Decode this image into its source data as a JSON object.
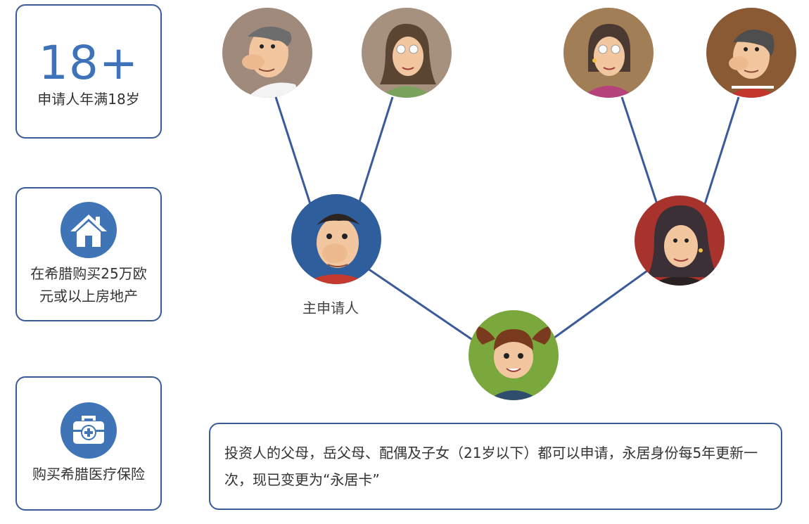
{
  "requirements": {
    "age": {
      "figure": "18+",
      "label": "申请人年满18岁",
      "icon": "none"
    },
    "property": {
      "label_line1": "在希腊购买25万欧",
      "label_line2": "元或以上房地产",
      "icon": "house-icon"
    },
    "insurance": {
      "label": "购买希腊医疗保险",
      "icon": "medical-kit-icon"
    }
  },
  "family_tree": {
    "main_applicant_label": "主申请人",
    "members": [
      "grandfather-paternal",
      "grandmother-paternal",
      "grandmother-maternal",
      "grandfather-maternal",
      "main-applicant",
      "spouse",
      "child"
    ]
  },
  "note": {
    "text": "投资人的父母，岳父母、配偶及子女（21岁以下）都可以申请，永居身份每5年更新一次，现已变更为“永居卡”"
  },
  "colors": {
    "border": "#3b5a9a",
    "accent_blue": "#3e73b9",
    "line": "#3b5a9a"
  }
}
